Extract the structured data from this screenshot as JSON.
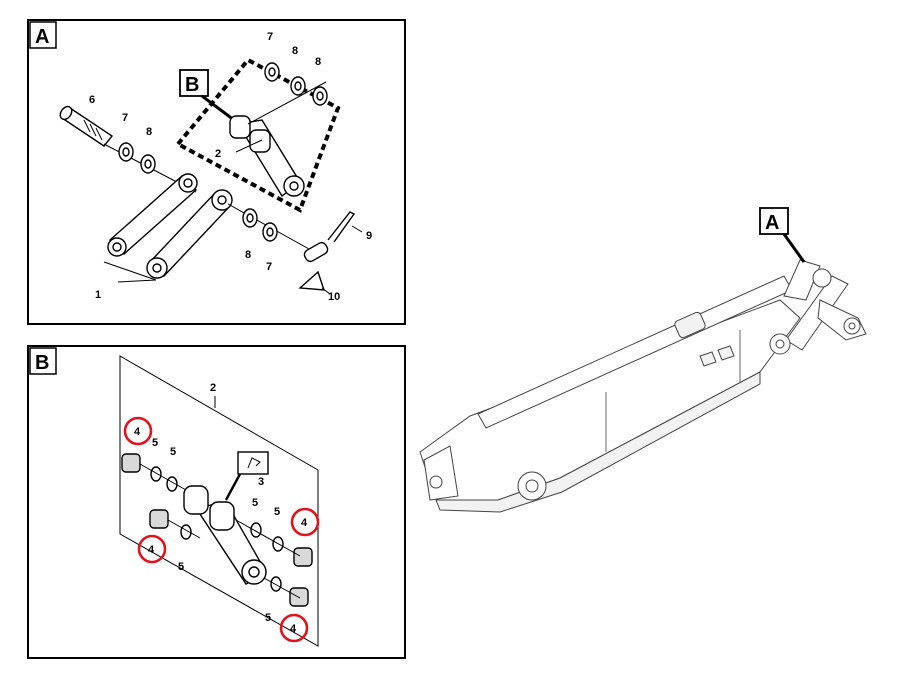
{
  "panels": {
    "A": {
      "letter": "A"
    },
    "B": {
      "letter": "B"
    }
  },
  "callouts": {
    "detail_A": "A",
    "detail_B": "B"
  },
  "panel_A_labels": {
    "p1": "1",
    "p2": "2",
    "p6": "6",
    "p7a": "7",
    "p7b": "7",
    "p7c": "7",
    "p8a": "8",
    "p8b": "8",
    "p8c": "8",
    "p8d": "8",
    "p9": "9",
    "p10": "10"
  },
  "panel_B_labels": {
    "p2": "2",
    "p3": "3",
    "p4a": "4",
    "p4b": "4",
    "p4c": "4",
    "p4d": "4",
    "p5a": "5",
    "p5b": "5",
    "p5c": "5",
    "p5d": "5",
    "p5e": "5",
    "p5f": "5"
  },
  "colors": {
    "highlight": "#e0141e",
    "line": "#000000",
    "bushing": "#d9d9d9"
  }
}
